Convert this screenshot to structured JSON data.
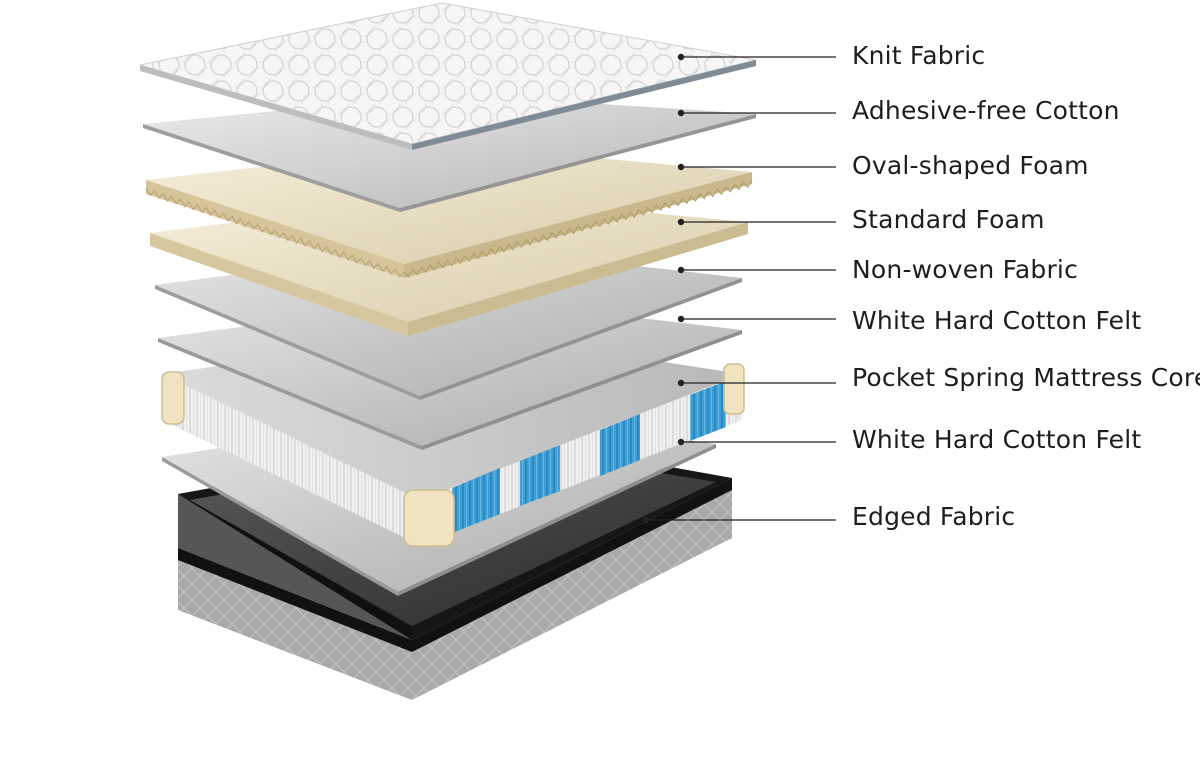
{
  "layers": [
    {
      "label": "Knit Fabric"
    },
    {
      "label": "Adhesive-free Cotton"
    },
    {
      "label": "Oval-shaped Foam"
    },
    {
      "label": "Standard Foam"
    },
    {
      "label": "Non-woven Fabric"
    },
    {
      "label": "White Hard Cotton Felt"
    },
    {
      "label": "Pocket Spring Mattress Core"
    },
    {
      "label": "White Hard Cotton Felt"
    },
    {
      "label": "Edged Fabric"
    }
  ],
  "colors": {
    "background": "#ffffff",
    "knit": "#f4f4f4",
    "cotton": "#cfcfcf",
    "foam": "#efe6cf",
    "felt": "#bdbdbd",
    "spring_white": "#f2f2f2",
    "spring_blue": "#3a9fd8",
    "edge_frame": "#111111",
    "border_fabric": "#a8a8a8",
    "leader": "#222222"
  }
}
